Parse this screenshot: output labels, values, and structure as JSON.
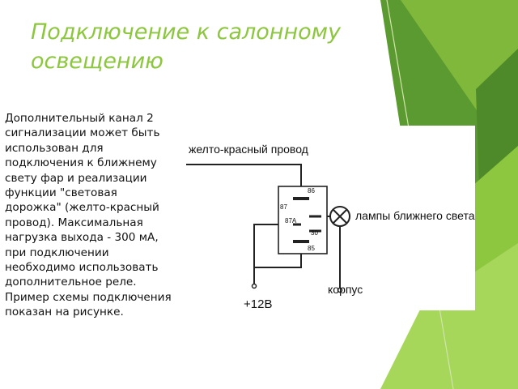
{
  "slide": {
    "title": "Подключение к салонному освещению",
    "body": "Дополнительный канал 2 сигнализации может быть использован для подключения к ближнему свету фар и реализации функции \"световая дорожка\" (желто-красный провод). Максимальная нагрузка выхода - 300 мА, при подключении необходимо использовать дополнительное реле. Пример схемы подключения показан на рисунке.",
    "colors": {
      "title": "#8dc63f",
      "accent_dark": "#4e8a2a",
      "accent_light": "#8dc63f"
    }
  },
  "diagram": {
    "wire_label": "желто-красный провод",
    "lamp_label": "лампы ближнего света",
    "ground_label": "корпус",
    "power_label": "+12В",
    "pins": {
      "p86": "86",
      "p87": "87",
      "p87a": "87А",
      "p30": "30",
      "p85": "85"
    },
    "lamp_icon": "lamp-icon"
  }
}
